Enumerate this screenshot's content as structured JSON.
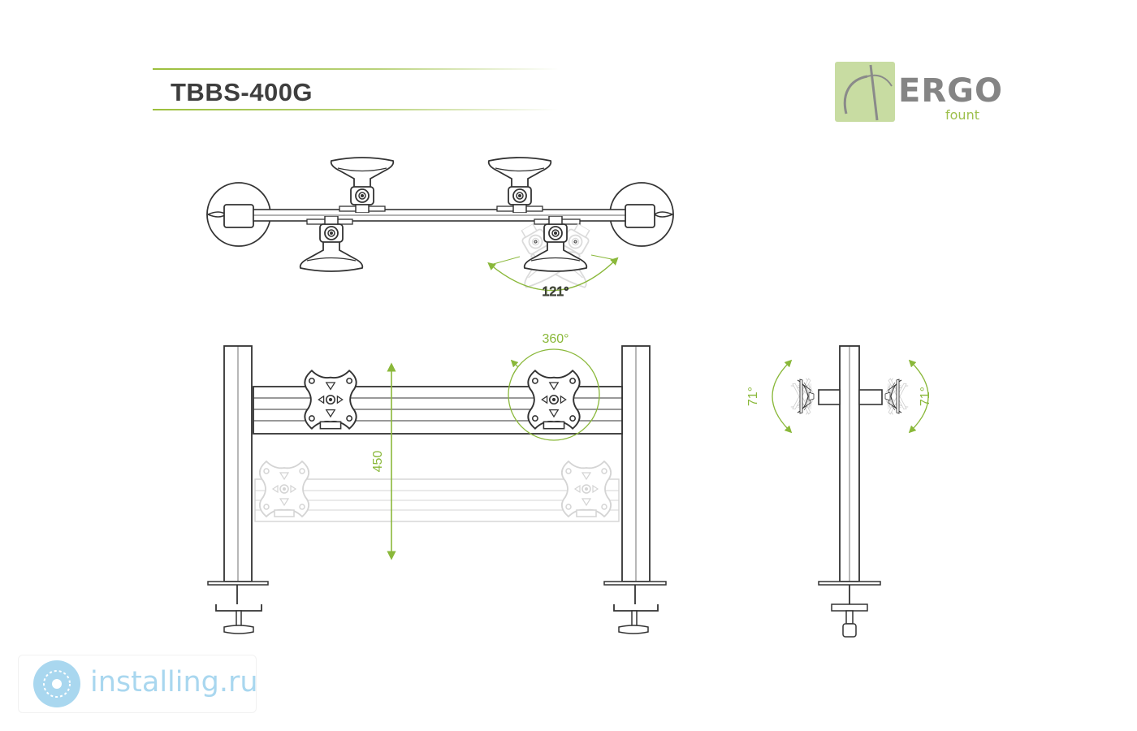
{
  "product": {
    "model": "TBBS-400G"
  },
  "brand": {
    "name": "ERGO",
    "sub": "fount"
  },
  "dimensions": {
    "swivel_angle": "121°",
    "rotation_angle": "360°",
    "height_adjust": "450",
    "tilt_left": "71°",
    "tilt_right": "71°"
  },
  "watermark": {
    "text": "installing.ru"
  },
  "colors": {
    "accent": "#8ab83a",
    "line": "#3a3a3a",
    "ghost": "#d6d6d6",
    "logo_green": "#c8dca2",
    "watermark": "#a9d7ef"
  }
}
